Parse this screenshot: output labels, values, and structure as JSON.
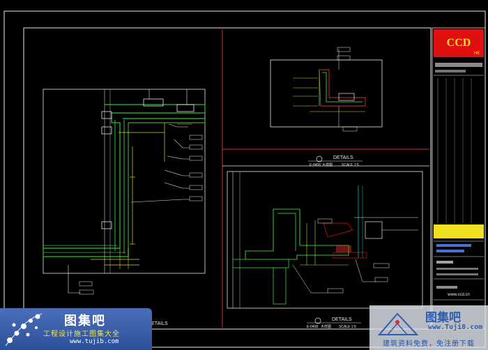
{
  "panels": {
    "top_right": {
      "title": "DETAILS",
      "code": "E-0406",
      "subtitle": "大样图",
      "scale": "SCALE 1:5"
    },
    "bottom_right": {
      "title": "DETAILS",
      "code": "E-0408",
      "subtitle": "大样图",
      "scale": "SCALE 1:5"
    },
    "bottom_left_hint": "DETAILS"
  },
  "title_block": {
    "logo_text": "CCD",
    "logo_sub": "HK",
    "bottom_text": "www.ccd.cn"
  },
  "watermark_left": {
    "title": "图集吧",
    "subtitle": "工程设计施工图集大全",
    "url": "www.tujib.com"
  },
  "watermark_right": {
    "title": "图集吧",
    "url": "www.Tuji8.com",
    "slogan": "建筑资料免费，免注册下载"
  },
  "colors": {
    "frame": "#e8e8e8",
    "panel_border": "#d23030",
    "wall": "#2fbf3a",
    "dimension": "#d8d820",
    "leader": "#20c8d0",
    "accent_red": "#e01010",
    "accent_yellow": "#f0e020"
  }
}
